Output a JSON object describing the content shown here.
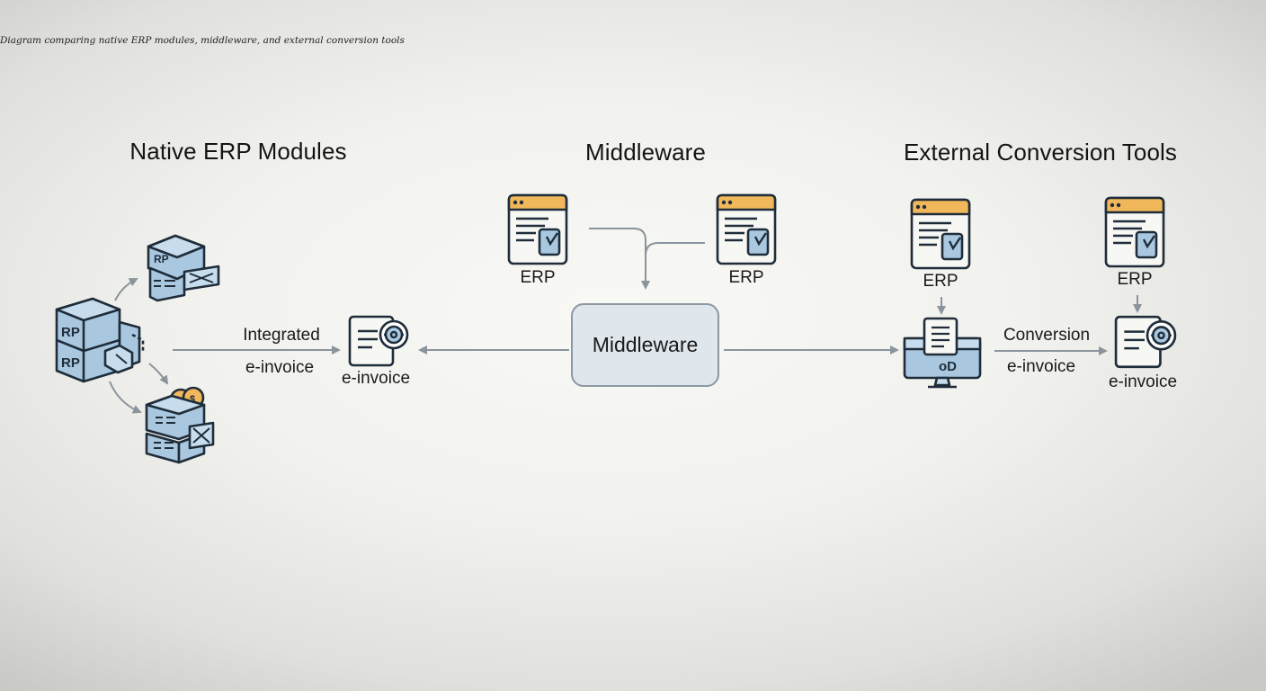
{
  "caption": "Diagram comparing native ERP modules, middleware, and external conversion tools",
  "native": {
    "heading": "Native ERP Modules",
    "flow_label_line1": "Integrated",
    "flow_label_line2": "e-invoice",
    "output_label": "e-invoice"
  },
  "middleware": {
    "heading": "Middleware",
    "erp_left_label": "ERP",
    "erp_right_label": "ERP",
    "box_label": "Middleware"
  },
  "external": {
    "heading": "External Conversion Tools",
    "erp_left_label": "ERP",
    "erp_right_label": "ERP",
    "flow_label_line1": "Conversion",
    "flow_label_line2": "e-invoice",
    "output_label": "e-invoice"
  },
  "icons": {
    "module_stack": "erp-module-stack-icon",
    "erp_window": "erp-window-icon",
    "e_invoice": "e-invoice-document-icon",
    "monitor": "conversion-monitor-icon"
  },
  "colors": {
    "accent_blue": "#a9c8e0",
    "accent_orange": "#f0b85a",
    "stroke": "#1f2d3a",
    "arrow": "#8a949c",
    "box_fill": "#dfe6ec"
  }
}
